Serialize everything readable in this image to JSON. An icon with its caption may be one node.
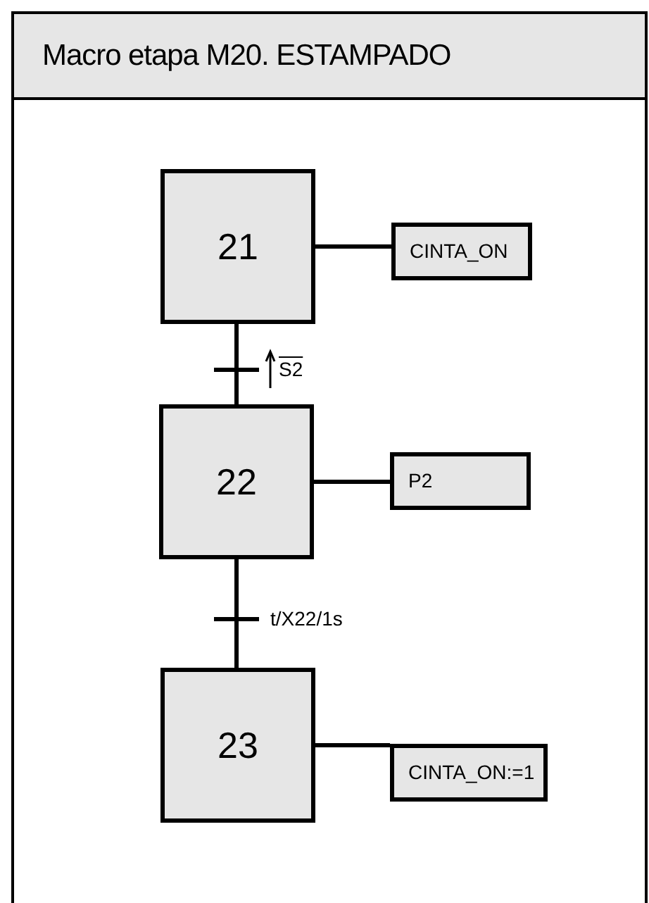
{
  "diagram": {
    "title": "Macro etapa M20. ESTAMPADO",
    "nodes": [
      {
        "text": [
          "21"
        ]
      },
      {
        "text": [
          "22"
        ]
      },
      {
        "text": [
          "23"
        ]
      },
      {
        "text": [
          "CINTA_ON"
        ]
      },
      {
        "text": [
          "P2"
        ]
      },
      {
        "text": [
          "CINTA_ON:=1"
        ]
      }
    ],
    "edges": [
      {
        "from": 0,
        "to": 1,
        "arrow": "none",
        "label": "S2"
      },
      {
        "from": 1,
        "to": 2,
        "arrow": "none",
        "label": "t/X22/1s"
      },
      {
        "from": 0,
        "to": 3,
        "arrow": "none"
      },
      {
        "from": 1,
        "to": 4,
        "arrow": "none"
      },
      {
        "from": 2,
        "to": 5,
        "arrow": "none"
      }
    ]
  }
}
